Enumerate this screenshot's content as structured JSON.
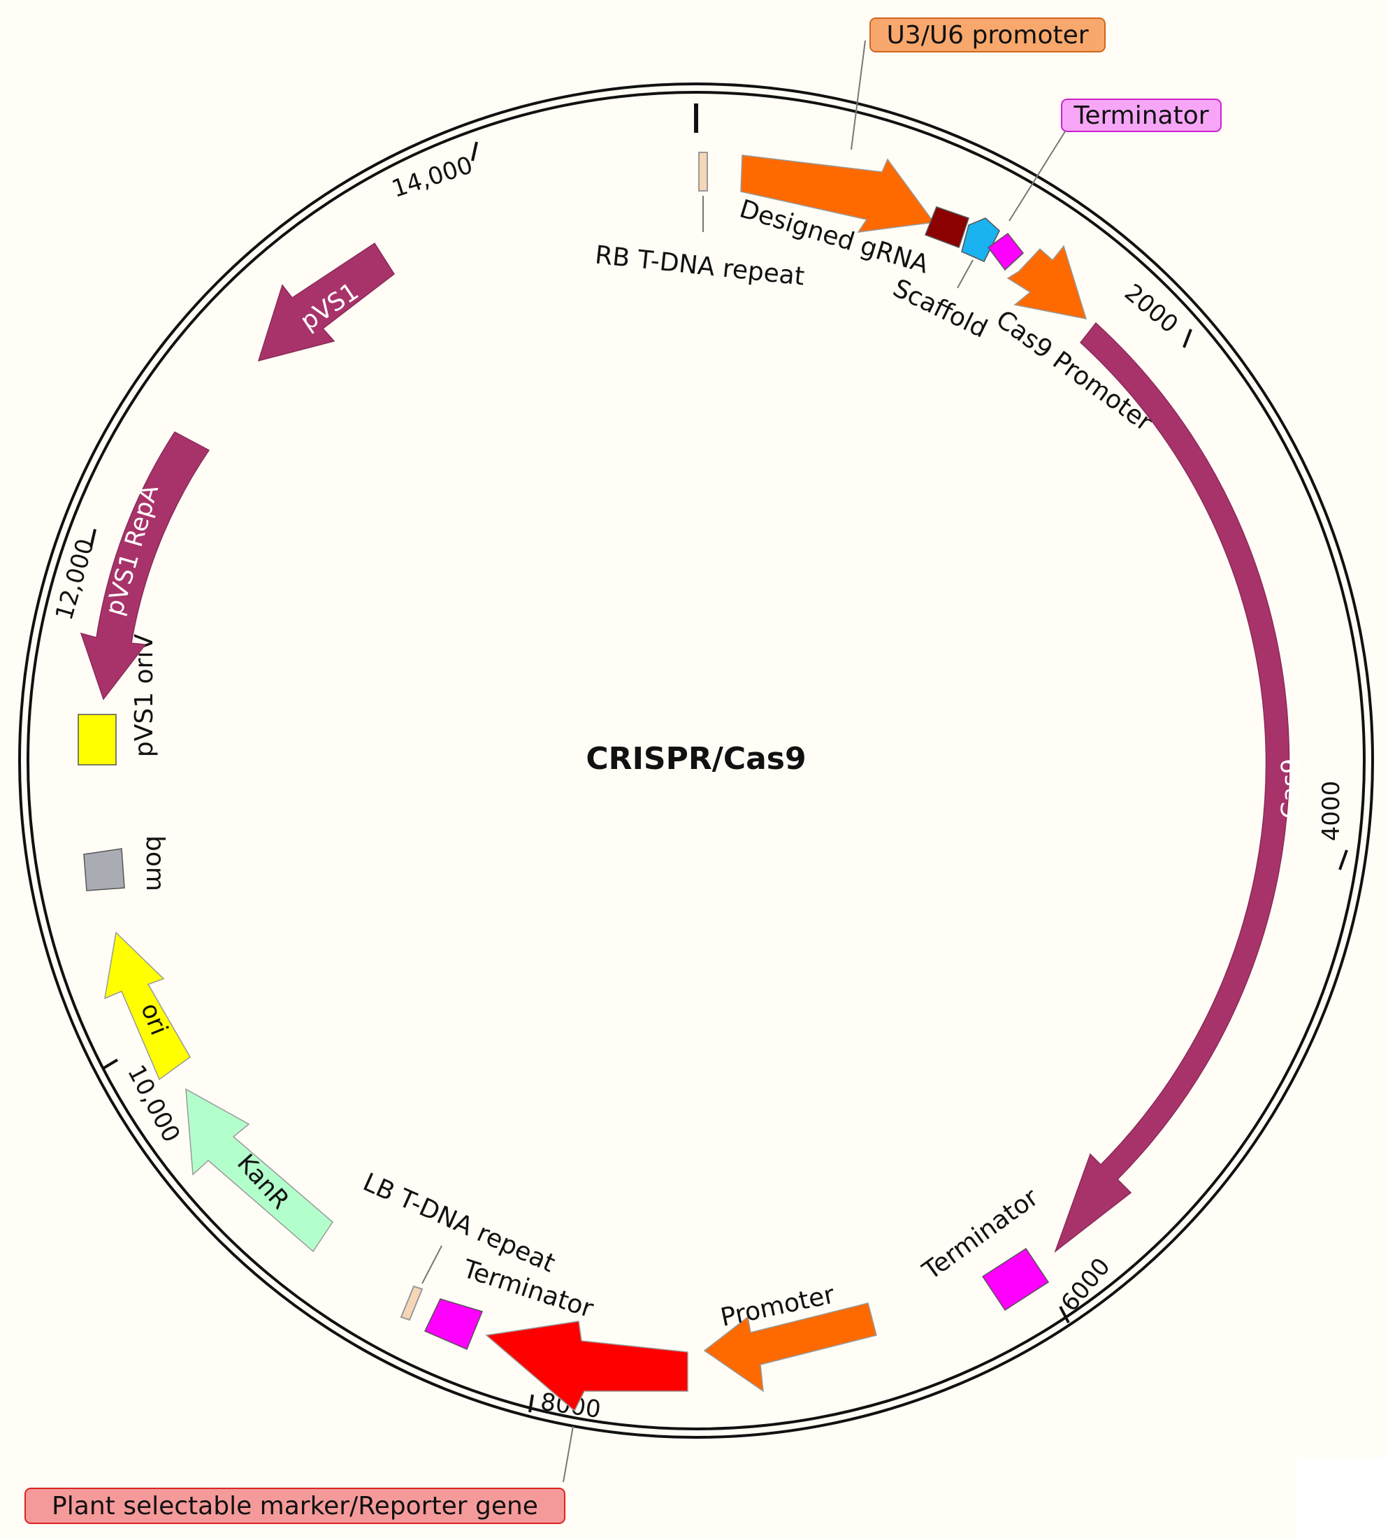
{
  "title": "CRISPR/Cas9",
  "ticks": [
    {
      "label": "2000",
      "bp": 2000
    },
    {
      "label": "4000",
      "bp": 4000
    },
    {
      "label": "6000",
      "bp": 6000
    },
    {
      "label": "8000",
      "bp": 8000
    },
    {
      "label": "10,000",
      "bp": 10000
    },
    {
      "label": "12,000",
      "bp": 12000
    },
    {
      "label": "14,000",
      "bp": 14000
    }
  ],
  "features": [
    {
      "id": "rb-tdna",
      "name": "RB T-DNA repeat",
      "color": "#f5d7b8",
      "shape": "box"
    },
    {
      "id": "u3u6-promoter",
      "name": "U3/U6 promoter",
      "color": "#ff6a00",
      "shape": "arrow-cw"
    },
    {
      "id": "designed-grna",
      "name": "Designed gRNA",
      "color": "#8b0000",
      "shape": "box"
    },
    {
      "id": "scaffold",
      "name": "Scaffold",
      "color": "#1ab2f0",
      "shape": "arrow-cw"
    },
    {
      "id": "terminator-1",
      "name": "Terminator",
      "color": "#ff00ff",
      "shape": "box"
    },
    {
      "id": "cas9-promoter",
      "name": "Cas9 Promoter",
      "color": "#ff6a00",
      "shape": "arrow-cw"
    },
    {
      "id": "cas9",
      "name": "Cas9",
      "color": "#a8336a",
      "shape": "arrow-cw"
    },
    {
      "id": "terminator-2",
      "name": "Terminator",
      "color": "#ff00ff",
      "shape": "box"
    },
    {
      "id": "promoter",
      "name": "Promoter",
      "color": "#ff6a00",
      "shape": "arrow-ccw"
    },
    {
      "id": "plant-marker",
      "name": "Plant selectable marker/Reporter gene",
      "color": "#ff0000",
      "shape": "arrow-ccw"
    },
    {
      "id": "terminator-3",
      "name": "Terminator",
      "color": "#ff00ff",
      "shape": "box"
    },
    {
      "id": "lb-tdna",
      "name": "LB T-DNA repeat",
      "color": "#f5d7b8",
      "shape": "box"
    },
    {
      "id": "kanr",
      "name": "KanR",
      "color": "#b3ffcc",
      "shape": "arrow-ccw"
    },
    {
      "id": "ori",
      "name": "ori",
      "color": "#ffff00",
      "shape": "arrow-ccw"
    },
    {
      "id": "bom",
      "name": "bom",
      "color": "#a9adb3",
      "shape": "box"
    },
    {
      "id": "pvs1-oriv",
      "name": "pVS1 oriV",
      "color": "#ffff00",
      "shape": "box"
    },
    {
      "id": "pvs1-repa",
      "name": "pVS1 RepA",
      "color": "#a8336a",
      "shape": "arrow-ccw"
    },
    {
      "id": "pvs1",
      "name": "pVS1",
      "color": "#a8336a",
      "shape": "arrow-ccw"
    }
  ],
  "callouts": [
    {
      "feature": "u3u6-promoter",
      "text": "U3/U6 promoter",
      "bg": "#f8a86c",
      "border": "#d0661c"
    },
    {
      "feature": "terminator-1",
      "text": "Terminator",
      "bg": "#f7a6f7",
      "border": "#cc22cc"
    },
    {
      "feature": "plant-marker",
      "text": "Plant selectable marker/Reporter gene",
      "bg": "#f59a9a",
      "border": "#dd2222"
    }
  ]
}
